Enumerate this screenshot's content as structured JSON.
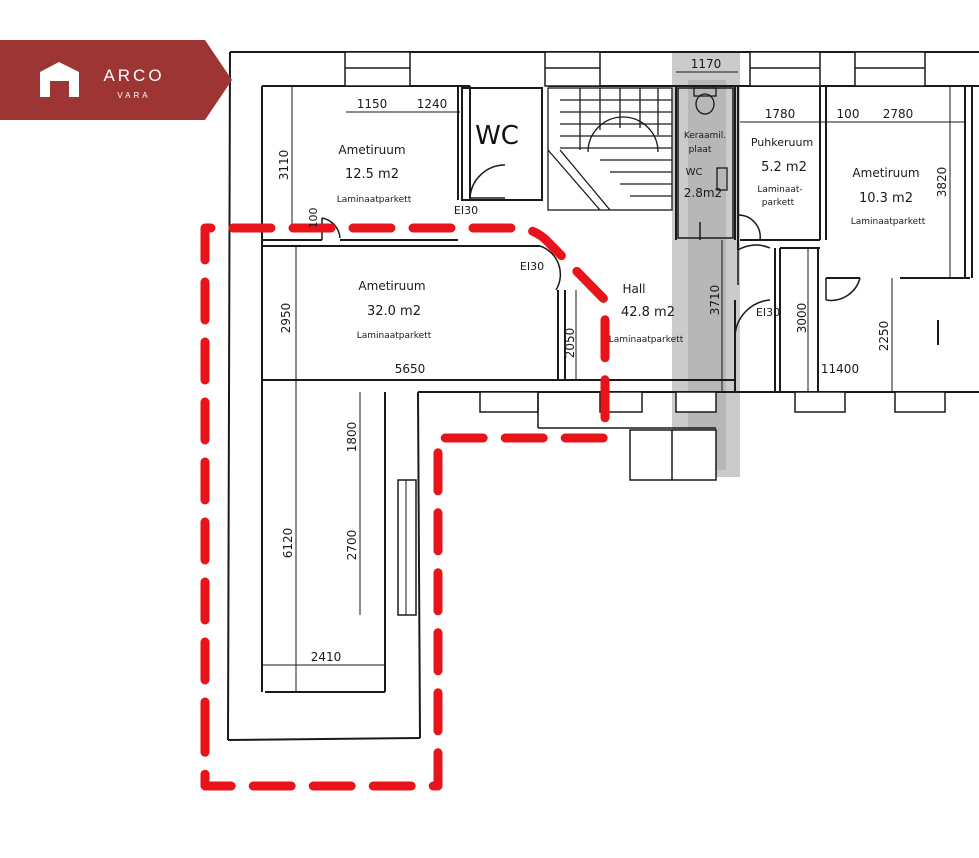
{
  "brand": {
    "name": "ARCO",
    "sub": "VARA",
    "color": "#9e3535"
  },
  "highlight_color": "#e8141b",
  "labels": {
    "wc_big": "WC",
    "el30_a": "EI30",
    "el30_b": "EI30",
    "el30_c": "EI30"
  },
  "rooms": [
    {
      "key": "r1",
      "name": "Ametiruum",
      "area": "12.5  m2",
      "floor": "Laminaatparkett"
    },
    {
      "key": "r2",
      "name": "Ametiruum",
      "area": "32.0  m2",
      "floor": "Laminaatparkett"
    },
    {
      "key": "r3",
      "name": "Hall",
      "area": "42.8  m2",
      "floor": "Laminaatparkett"
    },
    {
      "key": "r4",
      "name": "Keraamil.",
      "name2": "plaat",
      "area": "2.8m2",
      "floor": "WC"
    },
    {
      "key": "r5",
      "name": "Puhkeruum",
      "area": "5.2  m2",
      "floor": "Laminaat-",
      "floor2": "parkett"
    },
    {
      "key": "r6",
      "name": "Ametiruum",
      "area": "10.3  m2",
      "floor": "Laminaatparkett"
    }
  ],
  "dimensions": [
    "1170",
    "1150",
    "1240",
    "1780",
    "100",
    "2780",
    "3110",
    "100",
    "3820",
    "2950",
    "2050",
    "3710",
    "3000",
    "2250",
    "5650",
    "11400",
    "1800",
    "2700",
    "6120",
    "2410"
  ]
}
